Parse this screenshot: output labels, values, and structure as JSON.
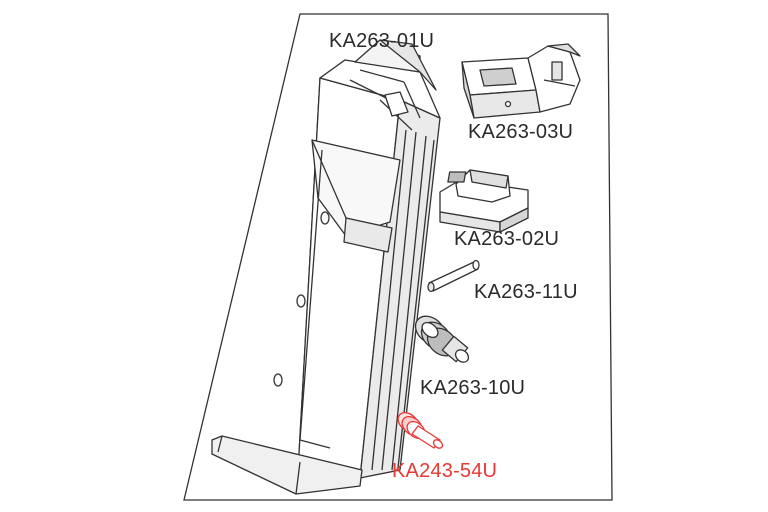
{
  "parts": [
    {
      "id": "01",
      "code": "KA263-01U"
    },
    {
      "id": "03",
      "code": "KA263-03U"
    },
    {
      "id": "02",
      "code": "KA263-02U"
    },
    {
      "id": "11",
      "code": "KA263-11U"
    },
    {
      "id": "10",
      "code": "KA263-10U"
    },
    {
      "id": "54",
      "code": "KA243-54U"
    }
  ],
  "colors": {
    "line": "#333333",
    "highlight": "#e53935",
    "fill_light": "#ffffff",
    "fill_shade": "#e6e6e6",
    "fill_dark": "#bdbdbd"
  },
  "highlighted_part": "KA243-54U"
}
